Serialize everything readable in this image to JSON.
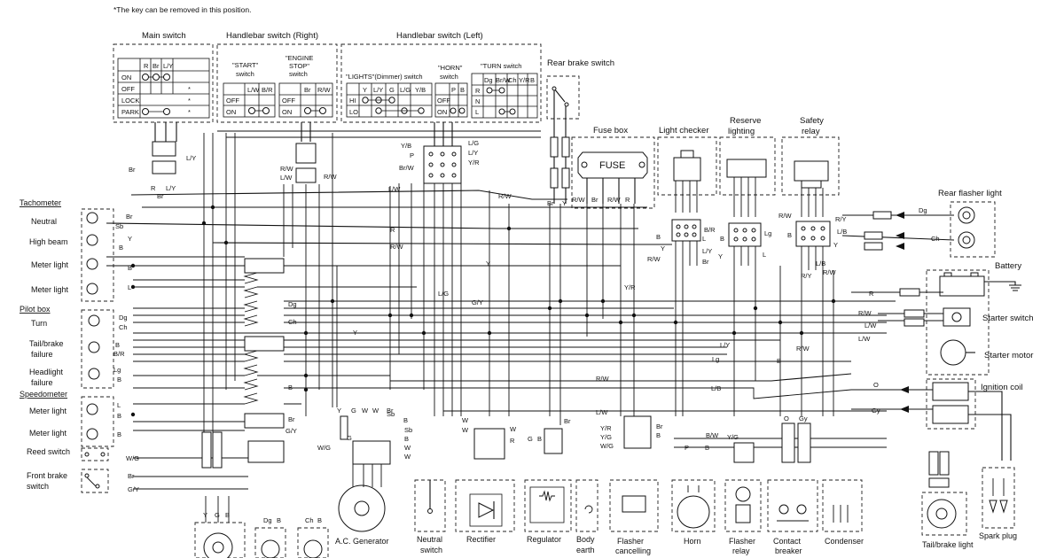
{
  "note": "*The key can be removed in this position.",
  "headers": {
    "main_switch": "Main switch",
    "hb_right": "Handlebar switch (Right)",
    "hb_left": "Handlebar switch (Left)",
    "rear_brake": "Rear brake switch",
    "fuse_box": "Fuse box",
    "fuse": "FUSE",
    "light_checker": "Light checker",
    "reserve_l1": "Reserve",
    "reserve_l2": "lighting",
    "safety_l1": "Safety",
    "safety_l2": "relay",
    "rear_flasher": "Rear flasher light",
    "battery": "Battery",
    "starter_switch": "Starter switch",
    "starter_motor": "Starter motor",
    "ignition_coil": "Ignition coil"
  },
  "main_switch": {
    "cols": [
      "R",
      "Br",
      "L/Y"
    ],
    "rows": [
      {
        "name": "ON",
        "star": ""
      },
      {
        "name": "OFF",
        "star": "*"
      },
      {
        "name": "LOCK",
        "star": "*"
      },
      {
        "name": "PARK",
        "star": "*"
      }
    ]
  },
  "right_switch": {
    "start_l1": "\"START\"",
    "start_l2": "switch",
    "estop_l1": "\"ENGINE",
    "estop_l2": "STOP\"",
    "estop_l3": "switch",
    "start_cols": [
      "L/W",
      "B/R"
    ],
    "estop_cols": [
      "Br",
      "R/W"
    ],
    "rows": [
      "OFF",
      "ON"
    ]
  },
  "left_switch": {
    "lights": "\"LIGHTS\"(Dimmer) switch",
    "horn_l1": "\"HORN\"",
    "horn_l2": "switch",
    "turn_l1": "\"TURN switch",
    "lights_cols": [
      "Y",
      "L/Y",
      "G",
      "L/G",
      "Y/B"
    ],
    "lights_rows": [
      "HI",
      "LO"
    ],
    "horn_cols": [
      "P",
      "B"
    ],
    "horn_rows": [
      "OFF",
      "ON"
    ],
    "turn_cols": [
      "Dg",
      "Br/W",
      "Ch",
      "Y/R",
      "B"
    ],
    "turn_rows": [
      "R",
      "N",
      "L"
    ]
  },
  "left_gauges": {
    "tachometer": "Tachometer",
    "neutral": "Neutral",
    "high_beam": "High beam",
    "meter_light": "Meter light",
    "pilot_box": "Pilot box",
    "turn": "Turn",
    "tail_l1": "Tail/brake",
    "tail_l2": "failure",
    "head_l1": "Headlight",
    "head_l2": "failure",
    "speedometer": "Speedometer",
    "reed": "Reed switch",
    "front_l1": "Front brake",
    "front_l2": "switch"
  },
  "bottom_labels": {
    "ac_gen": "A.C. Generator",
    "neutral_l1": "Neutral",
    "neutral_l2": "switch",
    "rectifier": "Rectifier",
    "regulator": "Regulator",
    "body_l1": "Body",
    "body_l2": "earth",
    "flasher_c_l1": "Flasher",
    "flasher_c_l2": "cancelling",
    "horn": "Horn",
    "flasher_r_l1": "Flasher",
    "flasher_r_l2": "relay",
    "contact_l1": "Contact",
    "contact_l2": "breaker",
    "condenser": "Condenser",
    "tail_brake": "Tail/brake light",
    "spark_plug": "Spark plug"
  },
  "wire_codes": {
    "r": "R",
    "br": "Br",
    "ly": "L/Y",
    "lw": "L/W",
    "rw": "R/W",
    "yb": "Y/B",
    "lg": "L/G",
    "p": "P",
    "brw": "Br/W",
    "yr": "Y/R",
    "y": "Y",
    "b": "B",
    "sb": "Sb",
    "l": "L",
    "dg": "Dg",
    "ch": "Ch",
    "gy": "G/Y",
    "wg": "W/G",
    "g": "G",
    "w": "W",
    "br2": "B/R",
    "lgr": "Lg",
    "lb": "L/B",
    "ry": "R/Y",
    "gyy": "Gy",
    "o": "O",
    "yg": "Y/G",
    "bw": "B/W",
    "br_": "B/R"
  }
}
